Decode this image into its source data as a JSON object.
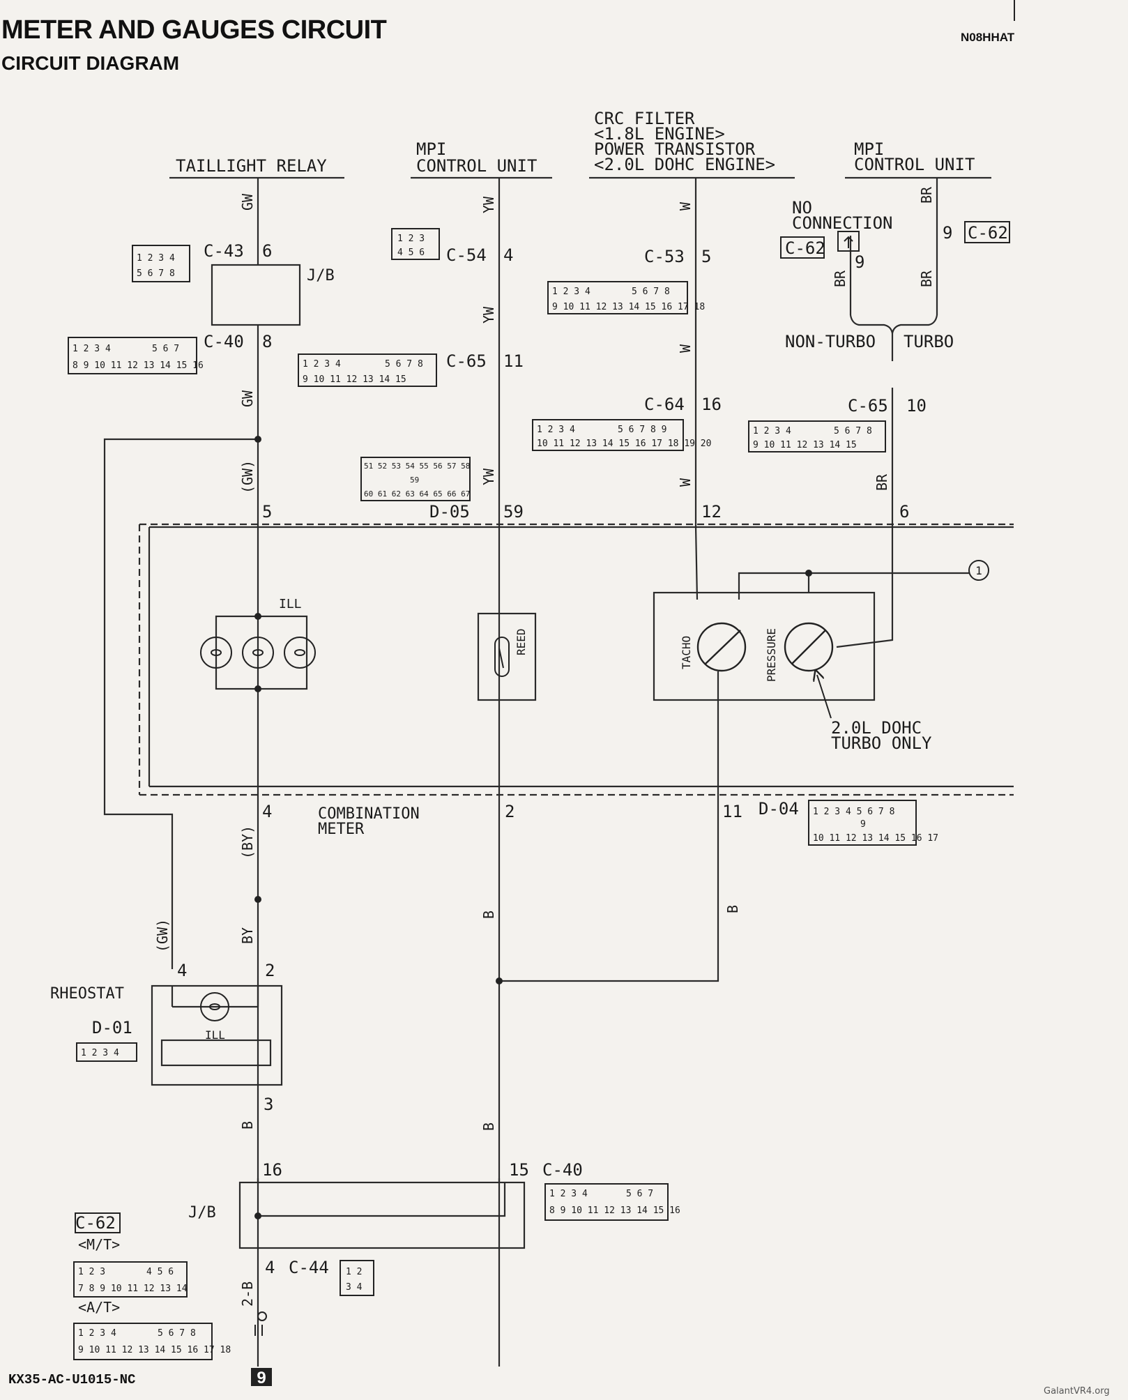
{
  "header": {
    "title": "METER AND GAUGES CIRCUIT",
    "subtitle": "CIRCUIT DIAGRAM",
    "code": "N08HHAT"
  },
  "footer": {
    "doc_id": "KX35-AC-U1015-NC",
    "watermark": "GalantVR4.org",
    "ground_ref": "9"
  },
  "sources": {
    "taillight": "TAILLIGHT RELAY",
    "mpi1_line1": "MPI",
    "mpi1_line2": "CONTROL UNIT",
    "crc_line1": "CRC FILTER",
    "crc_line2": "<1.8L ENGINE>",
    "crc_line3": "POWER TRANSISTOR",
    "crc_line4": "<2.0L DOHC ENGINE>",
    "mpi2_line1": "MPI",
    "mpi2_line2": "CONTROL UNIT"
  },
  "components": {
    "jb": "J/B",
    "ill": "ILL",
    "reed": "REED",
    "tacho": "TACHO",
    "pressure": "PRESSURE",
    "turbo_note1": "2.0L DOHC",
    "turbo_note2": "TURBO ONLY",
    "combo1": "COMBINATION",
    "combo2": "METER",
    "rheostat": "RHEOSTAT",
    "no_conn1": "NO",
    "no_conn2": "CONNECTION",
    "non_turbo": "NON-TURBO",
    "turbo": "TURBO",
    "mt": "<M/T>",
    "at": "<A/T>",
    "ref1": "1"
  },
  "wires": {
    "gw": "GW",
    "gw_p": "(GW)",
    "yw": "YW",
    "w": "W",
    "br": "BR",
    "by": "BY",
    "by_p": "(BY)",
    "b": "B",
    "b2": "2-B"
  },
  "connectors": {
    "c43": "C-43",
    "c40": "C-40",
    "c54": "C-54",
    "c65": "C-65",
    "c53": "C-53",
    "c64": "C-64",
    "c62": "C-62",
    "d05": "D-05",
    "d04": "D-04",
    "d01": "D-01",
    "c44": "C-44"
  },
  "pins": {
    "p6": "6",
    "p8": "8",
    "p5": "5",
    "p4": "4",
    "p11": "11",
    "p16": "16",
    "p12": "12",
    "p59": "59",
    "p9": "9",
    "p10": "10",
    "p2": "2",
    "p3": "3",
    "p15": "15"
  },
  "connector_faces": {
    "c43_top": "1 2 3 4",
    "c43_bot": "5 6 7 8",
    "c54_top": "1 2 3",
    "c54_bot": "4 5 6",
    "c40_top": "1 2 3 4",
    "c40_top_r": "5 6 7",
    "c40_bot": "8 9 10 11 12 13 14 15 16",
    "c53_top": "1 2 3 4",
    "c53_top_r": "5 6 7 8",
    "c53_bot": "9 10 11 12 13 14 15 16 17 18",
    "c65_top": "1 2 3 4",
    "c65_top_r": "5 6 7 8",
    "c65_bot": "9 10 11 12 13 14 15",
    "c64_top": "1 2 3 4",
    "c64_top_r": "5 6 7 8 9",
    "c64_bot": "10 11 12 13 14 15 16 17 18 19 20",
    "d05_top": "51 52 53 54 55 56 57 58",
    "d05_mid": "59",
    "d05_bot": "60 61 62 63 64 65 66 67",
    "d04_top": "1 2 3 4 5 6 7 8",
    "d04_mid": "9",
    "d04_bot": "10 11 12 13 14 15 16 17",
    "d01": "1 2 3 4",
    "c40b_top": "1 2 3 4",
    "c40b_top_r": "5 6 7",
    "c40b_bot": "8 9 10 11 12 13 14 15 16",
    "mt_top": "1 2 3",
    "mt_top_r": "4 5 6",
    "mt_bot": "7 8 9 10 11 12 13 14",
    "at_top": "1 2 3 4",
    "at_top_r": "5 6 7 8",
    "at_bot": "9 10 11 12 13 14 15 16 17 18",
    "c44_top": "1 2",
    "c44_bot": "3 4"
  }
}
